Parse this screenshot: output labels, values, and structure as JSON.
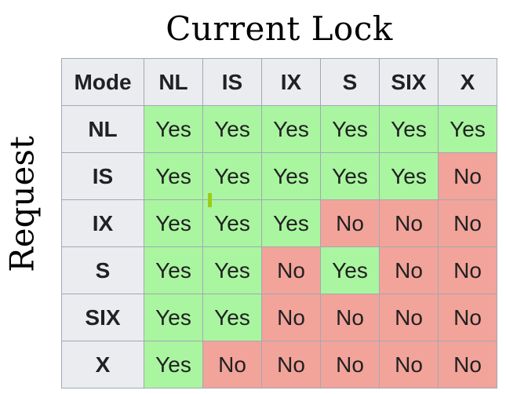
{
  "title": "Current Lock",
  "row_axis_label": "Request",
  "corner_label": "Mode",
  "columns": [
    "NL",
    "IS",
    "IX",
    "S",
    "SIX",
    "X"
  ],
  "rows": [
    {
      "label": "NL",
      "cells": [
        "Yes",
        "Yes",
        "Yes",
        "Yes",
        "Yes",
        "Yes"
      ]
    },
    {
      "label": "IS",
      "cells": [
        "Yes",
        "Yes",
        "Yes",
        "Yes",
        "Yes",
        "No"
      ]
    },
    {
      "label": "IX",
      "cells": [
        "Yes",
        "Yes",
        "Yes",
        "No",
        "No",
        "No"
      ]
    },
    {
      "label": "S",
      "cells": [
        "Yes",
        "Yes",
        "No",
        "Yes",
        "No",
        "No"
      ]
    },
    {
      "label": "SIX",
      "cells": [
        "Yes",
        "Yes",
        "No",
        "No",
        "No",
        "No"
      ]
    },
    {
      "label": "X",
      "cells": [
        "Yes",
        "No",
        "No",
        "No",
        "No",
        "No"
      ]
    }
  ],
  "colors": {
    "yes": "#aaf5a0",
    "no": "#f2a39a",
    "header": "#eaecf0",
    "border": "#a2a9b1"
  }
}
